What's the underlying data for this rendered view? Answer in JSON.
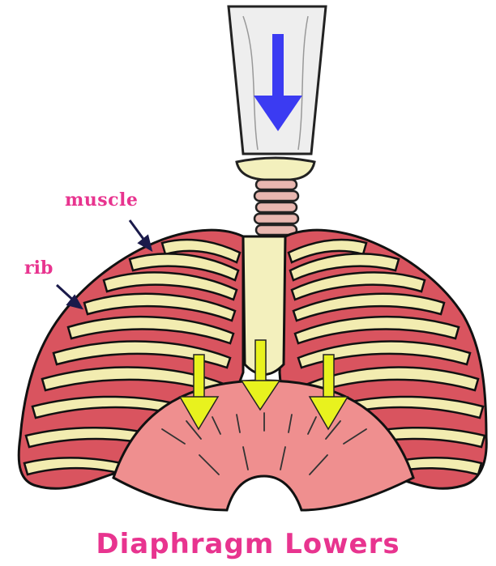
{
  "labels": {
    "muscle": "muscle",
    "rib": "rib",
    "caption": "Diaphragm Lowers"
  },
  "colors": {
    "label": "#e8348f",
    "muscle_fill": "#d9545f",
    "muscle_light": "#ef8f8f",
    "rib_fill": "#f2ecb0",
    "trachea": "#f3f0bd",
    "air_arrow": "#3b3bf2",
    "diaphragm_arrow": "#e8f21e",
    "outline": "#111111"
  },
  "icons": {
    "air_arrow": "arrow-down-icon",
    "diaphragm_arrows": "arrow-down-icon",
    "pointer_arrows": "arrow-icon"
  }
}
